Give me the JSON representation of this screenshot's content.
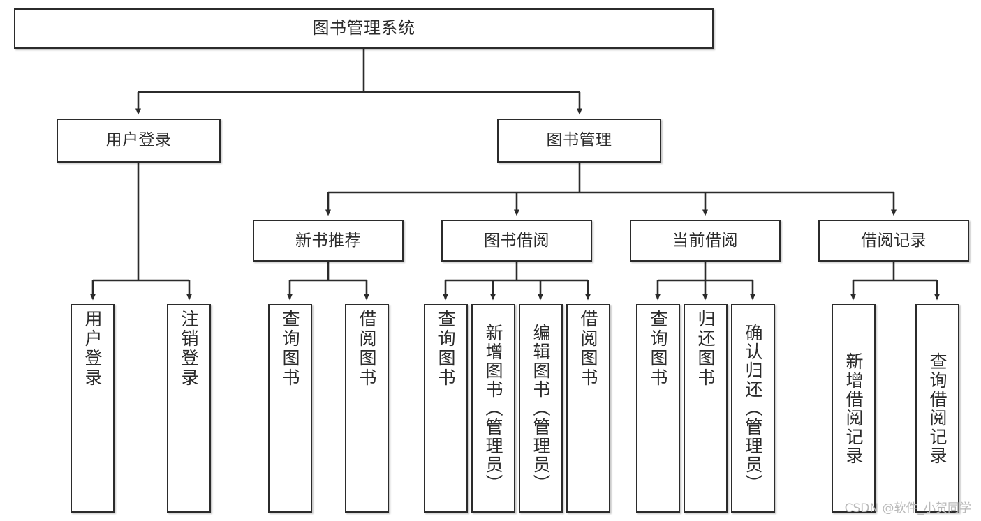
{
  "diagram": {
    "title": "图书管理系统",
    "type": "tree-hierarchy",
    "watermark": "CSDN @软件_小贺同学",
    "colors": {
      "box_border": "#2b2b2b",
      "box_fill": "#ffffff",
      "edge": "#2b2b2b",
      "text": "#2b2b2b",
      "watermark": "#b9b9b9",
      "background": "#ffffff"
    },
    "nodes": {
      "root": {
        "label": "图书管理系统",
        "level": 1
      },
      "level2": [
        {
          "id": "user-login",
          "label": "用户登录"
        },
        {
          "id": "book-manage",
          "label": "图书管理"
        }
      ],
      "level3": [
        {
          "id": "new-book-recommend",
          "label": "新书推荐"
        },
        {
          "id": "book-borrow",
          "label": "图书借阅"
        },
        {
          "id": "current-borrow",
          "label": "当前借阅"
        },
        {
          "id": "borrow-record",
          "label": "借阅记录"
        }
      ],
      "leaves": {
        "user-login": [
          {
            "id": "leaf-user-login",
            "label": "用户登录"
          },
          {
            "id": "leaf-logout-login",
            "label": "注销登录"
          }
        ],
        "new-book-recommend": [
          {
            "id": "leaf-query-book-1",
            "label": "查询图书"
          },
          {
            "id": "leaf-borrow-book-1",
            "label": "借阅图书"
          }
        ],
        "book-borrow": [
          {
            "id": "leaf-query-book-2",
            "label": "查询图书"
          },
          {
            "id": "leaf-add-book",
            "label": "新增图书（管理员）"
          },
          {
            "id": "leaf-edit-book",
            "label": "编辑图书（管理员）"
          },
          {
            "id": "leaf-borrow-book-2",
            "label": "借阅图书"
          }
        ],
        "current-borrow": [
          {
            "id": "leaf-query-book-3",
            "label": "查询图书"
          },
          {
            "id": "leaf-return-book",
            "label": "归还图书"
          },
          {
            "id": "leaf-confirm-return",
            "label": "确认归还（管理员）"
          }
        ],
        "borrow-record": [
          {
            "id": "leaf-add-record",
            "label": "新增借阅记录"
          },
          {
            "id": "leaf-query-record",
            "label": "查询借阅记录"
          }
        ]
      }
    }
  }
}
